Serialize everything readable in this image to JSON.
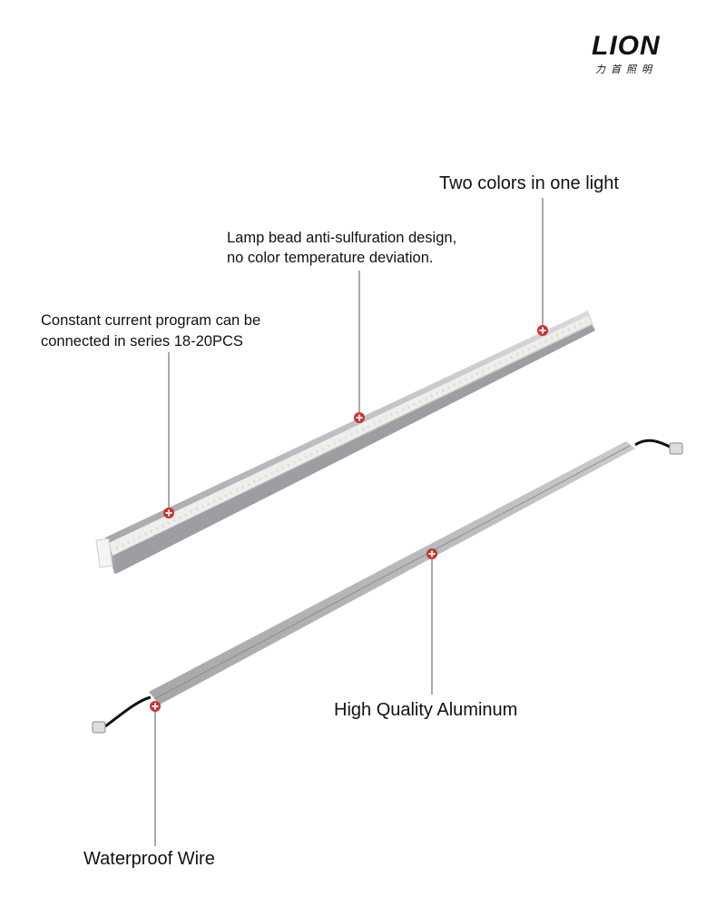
{
  "brand": {
    "name": "LION",
    "subtitle": "力首照明"
  },
  "callouts": {
    "two_colors": "Two colors in one light",
    "lamp_bead_line1": "Lamp bead anti-sulfuration design,",
    "lamp_bead_line2": "no color temperature deviation.",
    "constant_current_line1": "Constant current program can be",
    "constant_current_line2": "connected in series 18-20PCS",
    "aluminum": "High Quality Aluminum",
    "waterproof_wire": "Waterproof Wire"
  },
  "colors": {
    "marker": "#d03030",
    "aluminum": "#b8b9bb",
    "leader_line": "#555555"
  }
}
